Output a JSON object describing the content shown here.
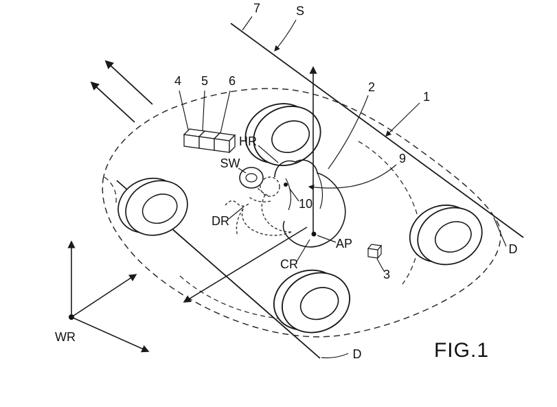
{
  "figure": {
    "caption": "FIG.1",
    "ink_color": "#1a1a1a",
    "background_color": "#ffffff",
    "labels": {
      "ref_1": "1",
      "ref_2": "2",
      "ref_3": "3",
      "ref_4": "4",
      "ref_5": "5",
      "ref_6": "6",
      "ref_7": "7",
      "ref_9": "9",
      "ref_10": "10",
      "road": "S",
      "headrest": "HR",
      "steering_wheel": "SW",
      "driver": "DR",
      "anchor_point": "AP",
      "cabin_ref": "CR",
      "world_ref": "WR",
      "direction_right": "D",
      "direction_bottom": "D"
    }
  }
}
